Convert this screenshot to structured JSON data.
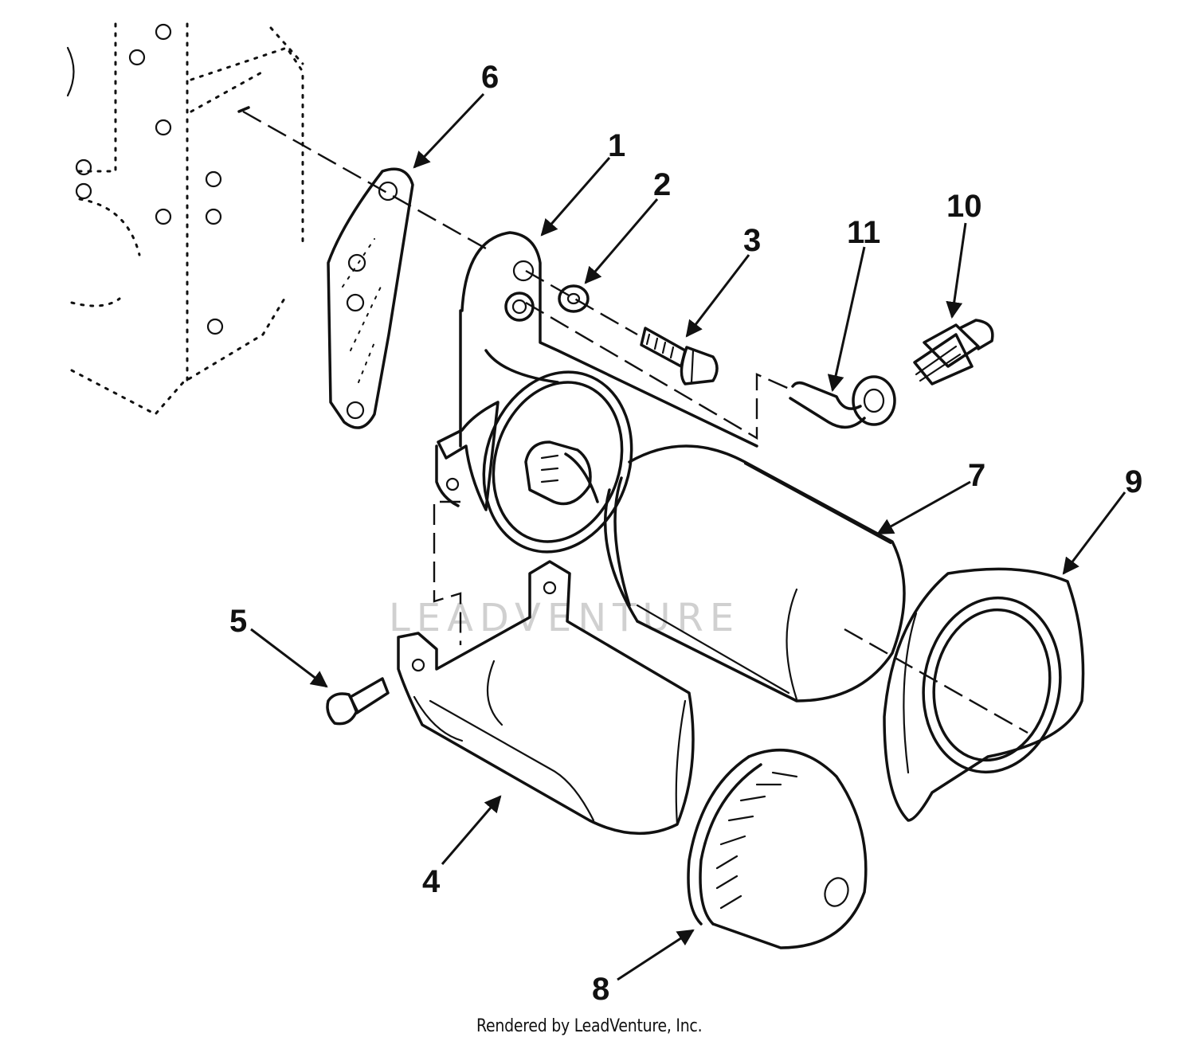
{
  "diagram": {
    "callouts": [
      {
        "id": "part-6",
        "label": "6"
      },
      {
        "id": "part-1",
        "label": "1"
      },
      {
        "id": "part-2",
        "label": "2"
      },
      {
        "id": "part-3",
        "label": "3"
      },
      {
        "id": "part-11",
        "label": "11"
      },
      {
        "id": "part-10",
        "label": "10"
      },
      {
        "id": "part-7",
        "label": "7"
      },
      {
        "id": "part-9",
        "label": "9"
      },
      {
        "id": "part-5",
        "label": "5"
      },
      {
        "id": "part-4",
        "label": "4"
      },
      {
        "id": "part-8",
        "label": "8"
      }
    ],
    "watermark": "LEADVENTURE",
    "credit": "Rendered by LeadVenture, Inc."
  }
}
